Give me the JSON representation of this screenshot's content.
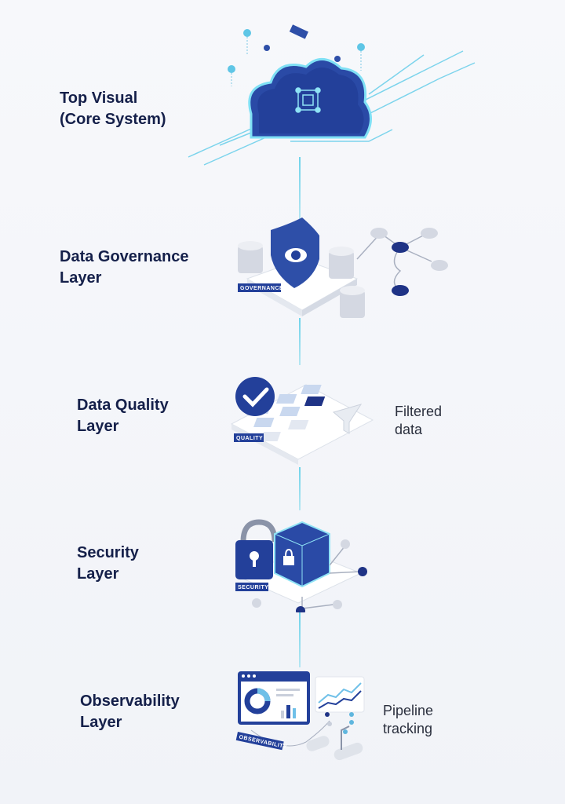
{
  "layers": [
    {
      "title_line1": "Top Visual",
      "title_line2": "(Core System)"
    },
    {
      "title_line1": "Data Governance",
      "title_line2": "Layer",
      "tag": "GOVERNANCE"
    },
    {
      "title_line1": "Data Quality",
      "title_line2": "Layer",
      "tag": "QUALITY",
      "side_line1": "Filtered",
      "side_line2": "data"
    },
    {
      "title_line1": "Security",
      "title_line2": "Layer",
      "tag": "SECURITY"
    },
    {
      "title_line1": "Observability",
      "title_line2": "Layer",
      "tag": "OBSERVABILITY",
      "side_line1": "Pipeline",
      "side_line2": "tracking"
    }
  ],
  "colors": {
    "navy": "#1f3d8f",
    "dark_text": "#15204a",
    "accent_cyan": "#5fd0ea",
    "light_gray": "#d9dde6"
  }
}
